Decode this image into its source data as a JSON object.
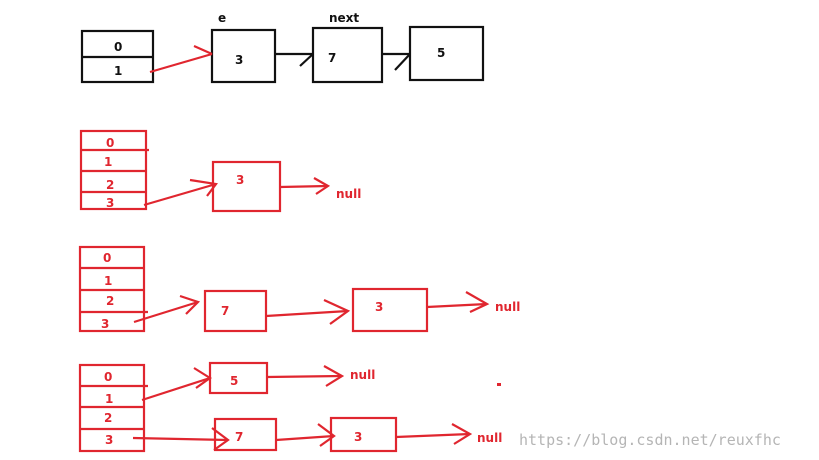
{
  "colors": {
    "black": "#111111",
    "red": "#e0262f",
    "watermark": "#b5b5b5"
  },
  "top": {
    "array": [
      "0",
      "1"
    ],
    "label_e": "e",
    "label_next": "next",
    "nodes": [
      "3",
      "7",
      "5"
    ]
  },
  "step1": {
    "array": [
      "0",
      "1",
      "2",
      "3"
    ],
    "nodes": [
      "3"
    ],
    "null": "null"
  },
  "step2": {
    "array": [
      "0",
      "1",
      "2",
      "3"
    ],
    "nodes": [
      "7",
      "3"
    ],
    "null": "null"
  },
  "step3": {
    "array": [
      "0",
      "1",
      "2",
      "3"
    ],
    "nodes_a": [
      "5"
    ],
    "null_a": "null",
    "nodes_b": [
      "7",
      "3"
    ],
    "null_b": "null"
  },
  "watermark": "https://blog.csdn.net/reuxfhc"
}
